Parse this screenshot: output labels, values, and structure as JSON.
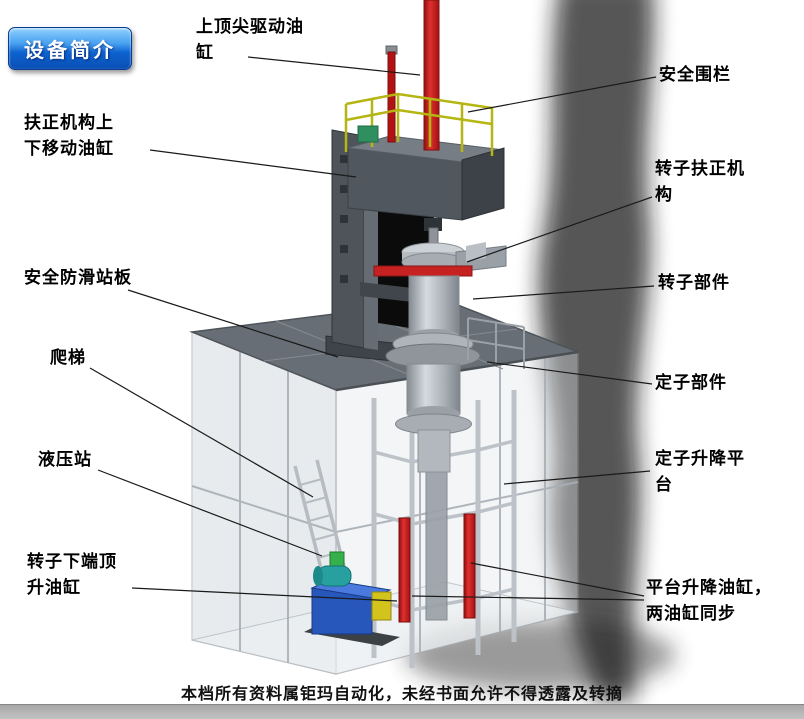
{
  "badge": {
    "label": "设备简介"
  },
  "callouts": {
    "top_tip_cylinder": {
      "label": "上顶尖驱动油\n缸"
    },
    "safety_fence": {
      "label": "安全围栏"
    },
    "centering_cylinder": {
      "label": "扶正机构上\n下移动油缸"
    },
    "rotor_centering": {
      "label": "转子扶正机\n构"
    },
    "antislip_board": {
      "label": "安全防滑站板"
    },
    "rotor_parts": {
      "label": "转子部件"
    },
    "ladder": {
      "label": "爬梯"
    },
    "stator_parts": {
      "label": "定子部件"
    },
    "hydraulic_station": {
      "label": "液压站"
    },
    "stator_platform": {
      "label": "定子升降平\n台"
    },
    "rotor_bottom_cylinder": {
      "label": "转子下端顶\n升油缸"
    },
    "platform_cylinders": {
      "label": "平台升降油缸，\n两油缸同步"
    }
  },
  "footer": {
    "text": "本档所有资料属钜玛自动化，未经书面允许不得透露及转摘"
  },
  "colors": {
    "cylinder_red": "#c41414",
    "railing_yellow": "#b5b513",
    "hydraulic_blue": "#2857bc",
    "motor_teal": "#28a0a0",
    "badge_blue": "#0d62cf",
    "platform_gray": "#686e75"
  }
}
